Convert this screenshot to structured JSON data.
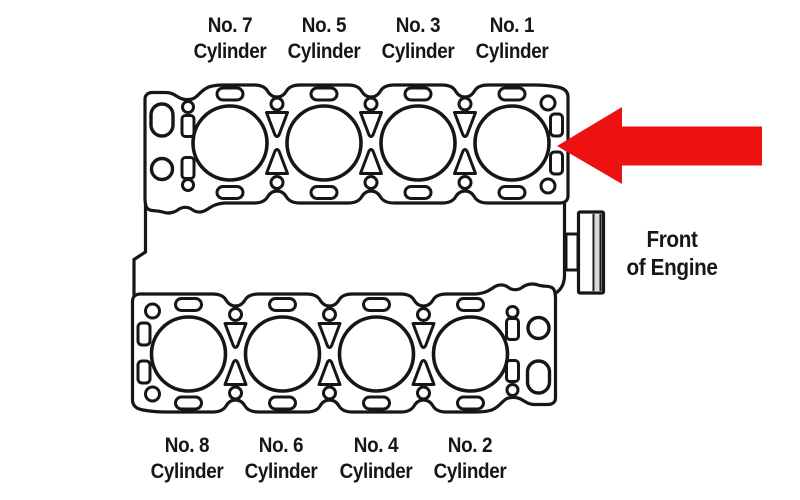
{
  "colors": {
    "arrow_red": "#ee1111",
    "line_black": "#161616",
    "text": "#161616",
    "pulley_band_gray": "#d8d8d8",
    "background": "#ffffff"
  },
  "cylinder_labels": {
    "top": [
      {
        "line1": "No. 7",
        "line2": "Cylinder"
      },
      {
        "line1": "No. 5",
        "line2": "Cylinder"
      },
      {
        "line1": "No. 3",
        "line2": "Cylinder"
      },
      {
        "line1": "No. 1",
        "line2": "Cylinder"
      }
    ],
    "bottom": [
      {
        "line1": "No. 8",
        "line2": "Cylinder"
      },
      {
        "line1": "No. 6",
        "line2": "Cylinder"
      },
      {
        "line1": "No. 4",
        "line2": "Cylinder"
      },
      {
        "line1": "No. 2",
        "line2": "Cylinder"
      }
    ]
  },
  "front_of_engine": {
    "line1": "Front",
    "line2": "of Engine"
  }
}
